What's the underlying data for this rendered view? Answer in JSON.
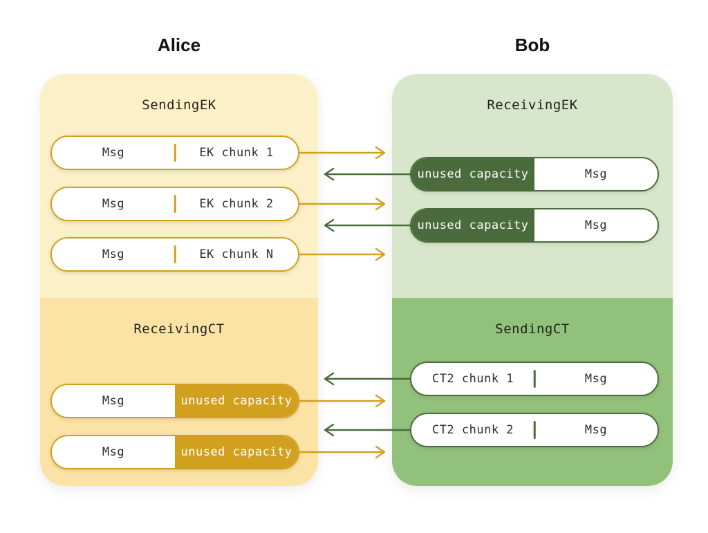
{
  "colors": {
    "gold": "#D2A01F",
    "dark_green": "#4A6B3C",
    "light_yellow": "#FBF0C7",
    "deep_yellow": "#FBE3A6",
    "light_green": "#D8E7CC",
    "medium_green": "#92C17C",
    "text_dark": "#2E2E2E",
    "white": "#FFFFFF"
  },
  "actors": {
    "left": "Alice",
    "right": "Bob"
  },
  "panels": {
    "sending_ek": {
      "title": "SendingEK"
    },
    "receiving_ek": {
      "title": "ReceivingEK"
    },
    "receiving_ct": {
      "title": "ReceivingCT"
    },
    "sending_ct": {
      "title": "SendingCT"
    }
  },
  "pills": {
    "sending_ek": [
      {
        "left": "Msg",
        "right": "EK chunk 1"
      },
      {
        "left": "Msg",
        "right": "EK chunk 2"
      },
      {
        "left": "Msg",
        "right": "EK chunk N"
      }
    ],
    "receiving_ek": [
      {
        "left": "unused capacity",
        "right": "Msg"
      },
      {
        "left": "unused capacity",
        "right": "Msg"
      }
    ],
    "receiving_ct": [
      {
        "left": "Msg",
        "right": "unused capacity"
      },
      {
        "left": "Msg",
        "right": "unused capacity"
      }
    ],
    "sending_ct": [
      {
        "left": "CT2 chunk 1",
        "right": "Msg"
      },
      {
        "left": "CT2 chunk 2",
        "right": "Msg"
      }
    ]
  }
}
